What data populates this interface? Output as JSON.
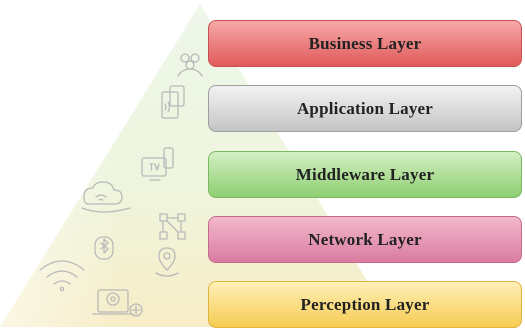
{
  "layers": [
    {
      "label": "Business Layer",
      "top_color": "#f7a8a8",
      "bottom_color": "#e15a5a",
      "border": "#c95050"
    },
    {
      "label": "Application Layer",
      "top_color": "#f3f3f3",
      "bottom_color": "#c4c4c4",
      "border": "#9e9e9e"
    },
    {
      "label": "Middleware Layer",
      "top_color": "#d3efc3",
      "bottom_color": "#8fcf72",
      "border": "#7bb862"
    },
    {
      "label": "Network Layer",
      "top_color": "#f2b8cc",
      "bottom_color": "#da7ca0",
      "border": "#c46b8c"
    },
    {
      "label": "Perception Layer",
      "top_color": "#fff0b8",
      "bottom_color": "#f6cc52",
      "border": "#e0b240"
    }
  ],
  "icons": [
    "people-icon",
    "smartphone-icon",
    "tv-icon",
    "wifi-cloud-icon",
    "network-nodes-icon",
    "bluetooth-icon",
    "wifi-icon",
    "devices-icon",
    "location-pin-icon"
  ],
  "colors": {
    "pyramid_top": "#eef6e6",
    "pyramid_bottom": "#f6ecc8",
    "icon_stroke": "#b9b9b9"
  }
}
